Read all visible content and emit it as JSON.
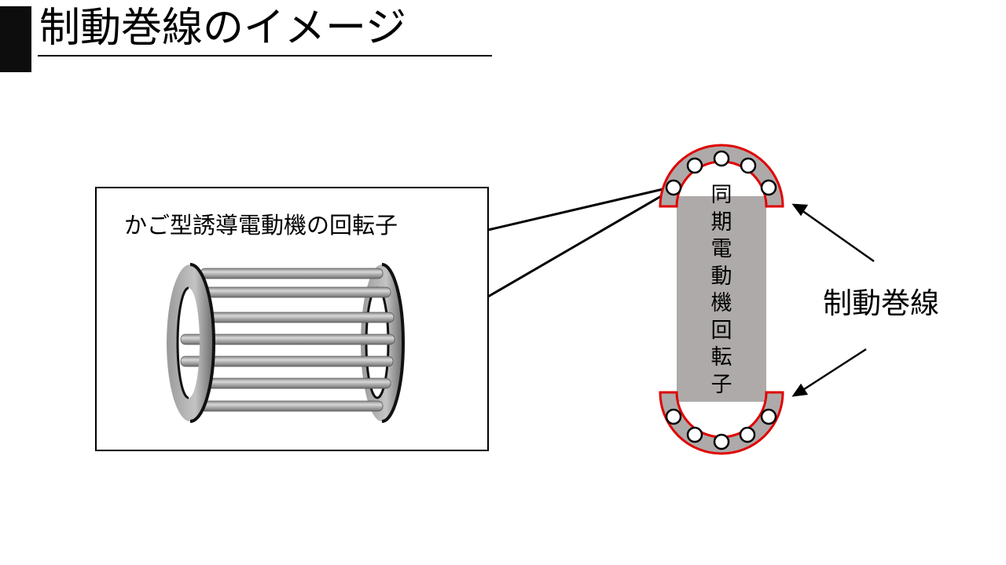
{
  "title": "制動巻線のイメージ",
  "cage_rotor": {
    "label": "かご型誘導電動機の回転子"
  },
  "sync_rotor": {
    "label": "同期電動機回転子"
  },
  "damper_winding": {
    "label": "制動巻線"
  },
  "colors": {
    "winding_outline": "#e00000",
    "rotor_fill": "#aeaaaa"
  }
}
